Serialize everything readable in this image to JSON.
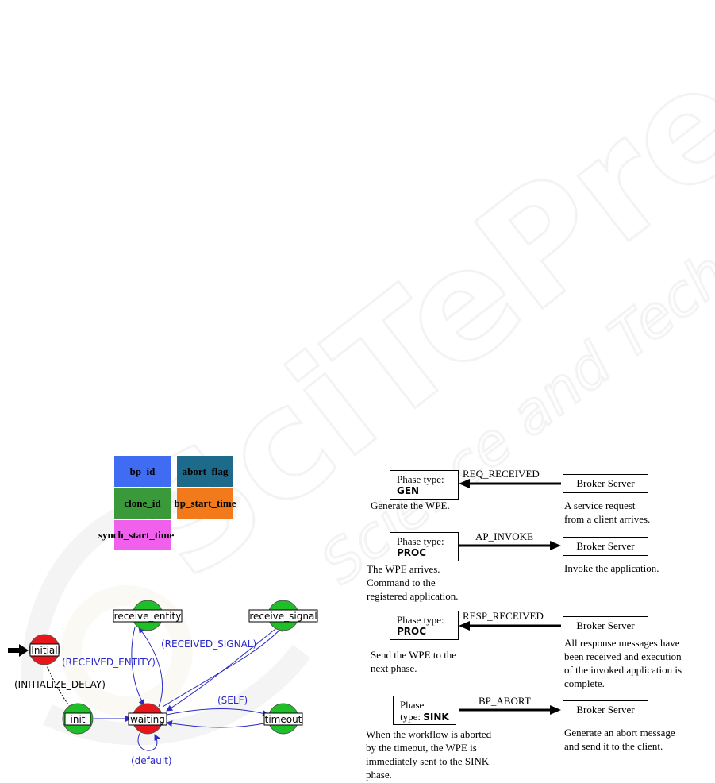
{
  "fields": [
    {
      "label": "bp_id",
      "color": "#3f6cf2"
    },
    {
      "label": "abort_flag",
      "color": "#1e6a8a"
    },
    {
      "label": "clone_id",
      "color": "#3a9a3a"
    },
    {
      "label": "bp_start_time",
      "color": "#f27a1a"
    },
    {
      "label": "synch_start_time",
      "color": "#f060ec"
    }
  ],
  "fsm": {
    "states": {
      "initial": "Initial",
      "init": "init",
      "waiting": "waiting",
      "receive_entity": "receive_entity",
      "receive_signal": "receive_signal",
      "timeout": "timeout"
    },
    "transitions": {
      "initialize_delay": "(INITIALIZE_DELAY)",
      "received_entity": "(RECEIVED_ENTITY)",
      "received_signal": "(RECEIVED_SIGNAL)",
      "self": "(SELF)",
      "default": "(default)"
    },
    "colors": {
      "red": "#e8161a",
      "green": "#1fbf2a",
      "edge": "#2a2ac8"
    }
  },
  "phases": [
    {
      "phase_label": "Phase type:",
      "phase_type": "GEN",
      "message": "REQ_RECEIVED",
      "server": "Broker Server",
      "left_note": "Generate the WPE.",
      "right_note": "A service request\nfrom a client arrives."
    },
    {
      "phase_label": "Phase type:",
      "phase_type": "PROC",
      "message": "AP_INVOKE",
      "server": "Broker Server",
      "left_note": "The WPE arrives.\nCommand to the\nregistered application.",
      "right_note": "Invoke the application."
    },
    {
      "phase_label": "Phase type:",
      "phase_type": "PROC",
      "message": "RESP_RECEIVED",
      "server": "Broker Server",
      "left_note": "Send the WPE to the\nnext phase.",
      "right_note": "All response messages have\nbeen received and execution\nof the invoked application is\ncomplete."
    },
    {
      "phase_label": "Phase",
      "phase_label2": "type:",
      "phase_type": "SINK",
      "message": "BP_ABORT",
      "server": "Broker Server",
      "left_note": "When the workflow is aborted\nby the timeout, the WPE is\nimmediately sent to the SINK\nphase.",
      "right_note": "Generate an abort message\nand send it to the client."
    }
  ]
}
